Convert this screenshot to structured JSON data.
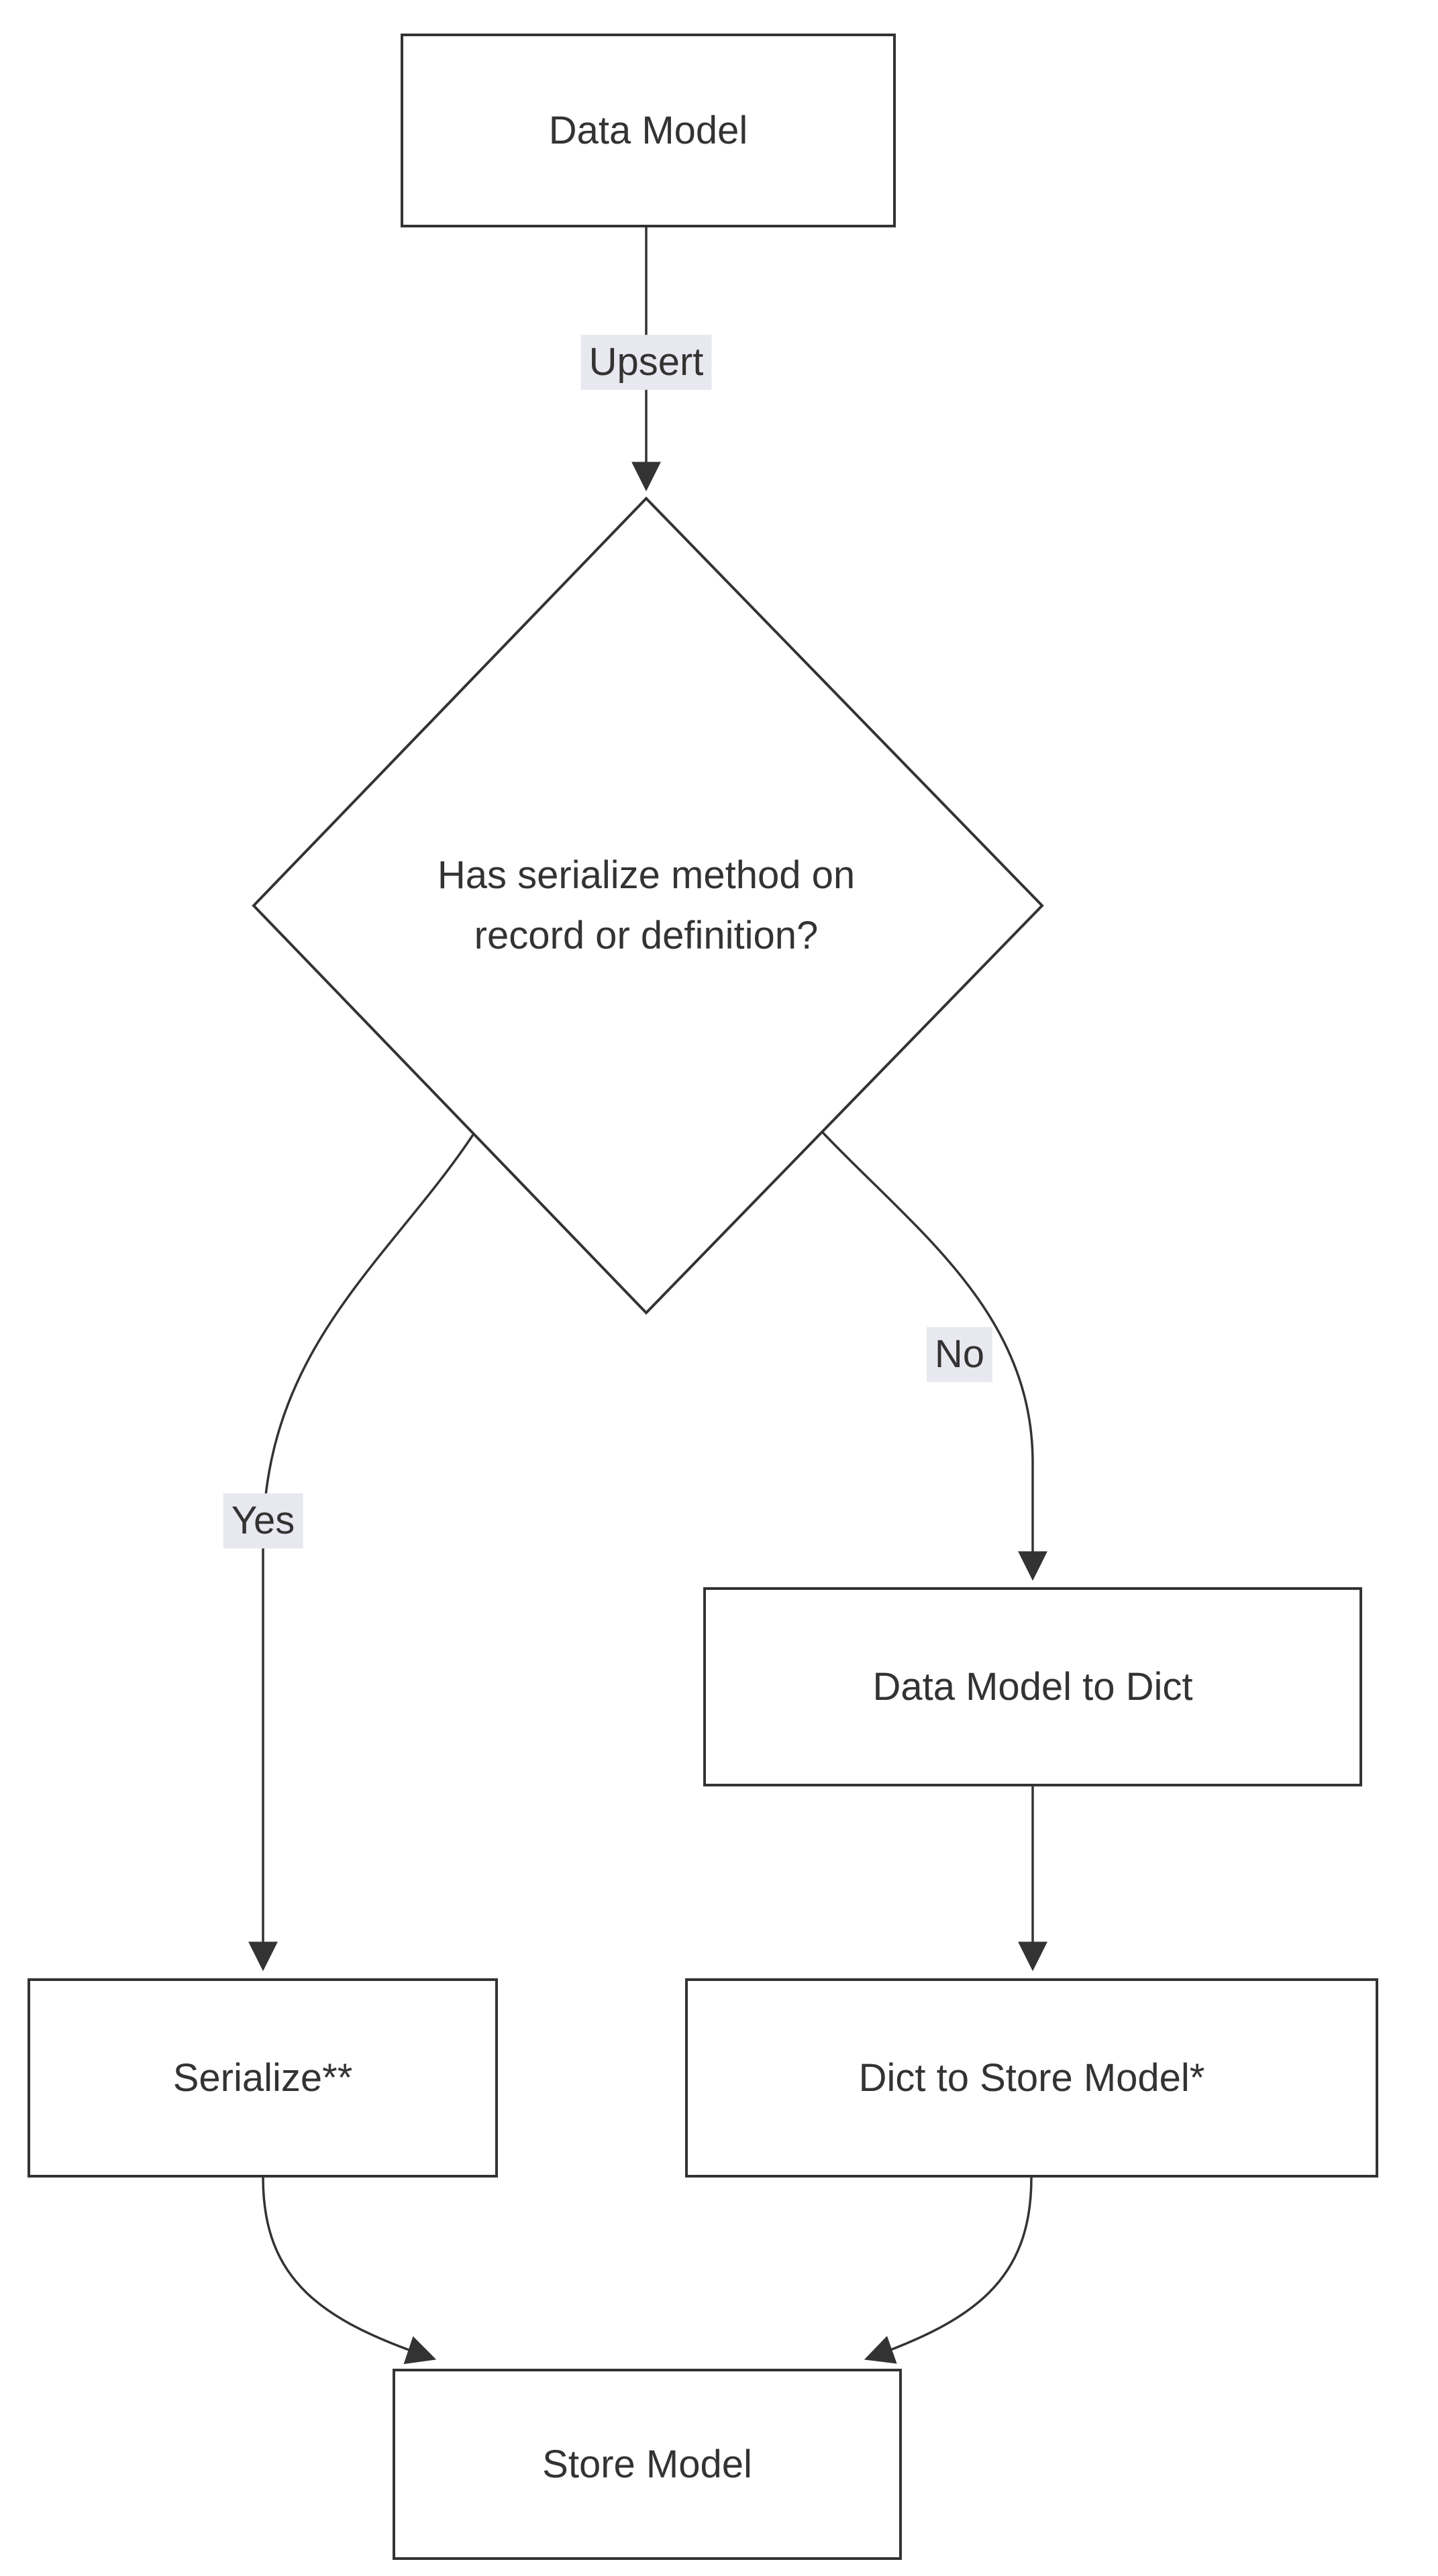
{
  "diagram": {
    "type": "flowchart",
    "direction": "top-down",
    "nodes": [
      {
        "id": "data-model",
        "shape": "rectangle",
        "label": "Data Model"
      },
      {
        "id": "has-serialize-method",
        "shape": "diamond",
        "label": "Has serialize method on record or definition?"
      },
      {
        "id": "data-model-to-dict",
        "shape": "rectangle",
        "label": "Data Model to Dict"
      },
      {
        "id": "serialize",
        "shape": "rectangle",
        "label": "Serialize**"
      },
      {
        "id": "dict-to-store-model",
        "shape": "rectangle",
        "label": "Dict to Store Model*"
      },
      {
        "id": "store-model",
        "shape": "rectangle",
        "label": "Store Model"
      }
    ],
    "edges": [
      {
        "from": "data-model",
        "to": "has-serialize-method",
        "label": "Upsert"
      },
      {
        "from": "has-serialize-method",
        "to": "serialize",
        "label": "Yes"
      },
      {
        "from": "has-serialize-method",
        "to": "data-model-to-dict",
        "label": "No"
      },
      {
        "from": "data-model-to-dict",
        "to": "dict-to-store-model",
        "label": ""
      },
      {
        "from": "serialize",
        "to": "store-model",
        "label": ""
      },
      {
        "from": "dict-to-store-model",
        "to": "store-model",
        "label": ""
      }
    ],
    "colors": {
      "background": "#ffffff",
      "node_fill": "#ffffff",
      "node_border": "#333333",
      "text": "#333333",
      "edge_stroke": "#333333",
      "edge_label_bg": "#e8e8f0"
    }
  }
}
